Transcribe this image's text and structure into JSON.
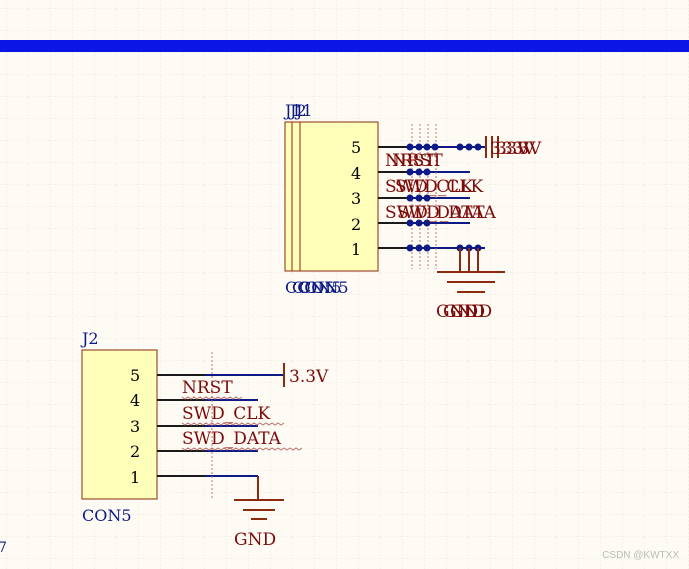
{
  "colors": {
    "background": "#fdfbf3",
    "grid": "#ede9dc",
    "bus": "#0b16e6",
    "wire": "#0d1a86",
    "pin": "#1a1a1a",
    "component_fill": "#ffffb9",
    "component_border": "#8b2a0f",
    "net_label": "#7c0a0a",
    "designator": "#0d1a86"
  },
  "top_component": {
    "designator": "J1",
    "designator_ghost_a": "J2",
    "designator_ghost_b": "J1",
    "value": "CON5",
    "pins": [
      "5",
      "4",
      "3",
      "2",
      "1"
    ],
    "power_label": "3.3V",
    "net_nrst": "NRST",
    "net_clk": "SWD_CLK",
    "net_data": "SWD_DATA",
    "ground_label": "GND"
  },
  "bottom_component": {
    "designator": "J2",
    "value": "CON5",
    "pins": [
      "5",
      "4",
      "3",
      "2",
      "1"
    ],
    "power_label": "3.3V",
    "net_nrst": "NRST",
    "net_clk": "SWD_CLK",
    "net_data": "SWD_DATA",
    "ground_label": "GND"
  },
  "left_edge_glyph": "7",
  "watermark": "CSDN @KWTXX"
}
